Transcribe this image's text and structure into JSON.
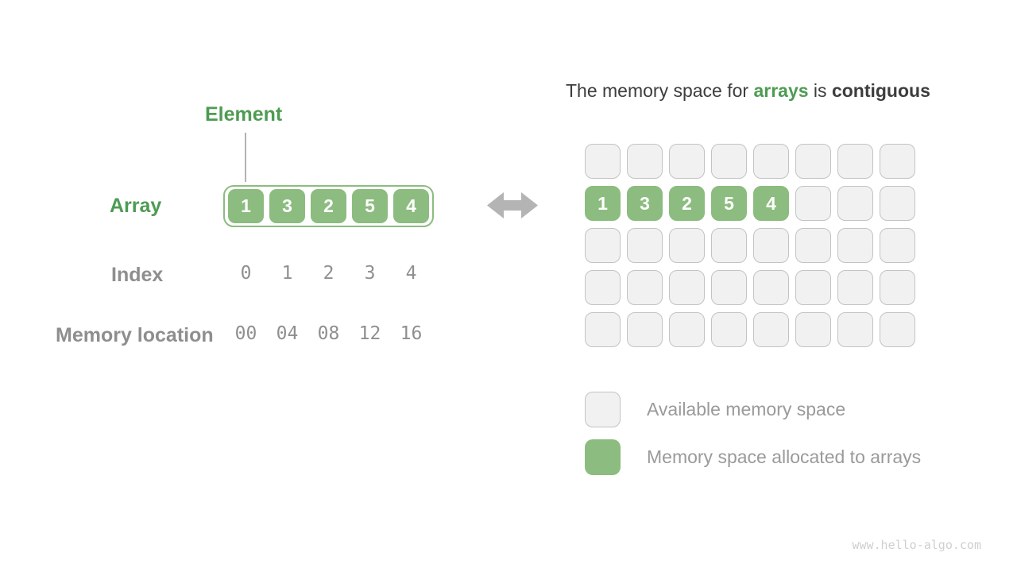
{
  "left_panel": {
    "element_label": "Element",
    "array_label": "Array",
    "array_values": [
      "1",
      "3",
      "2",
      "5",
      "4"
    ],
    "index_label": "Index",
    "index_values": [
      "0",
      "1",
      "2",
      "3",
      "4"
    ],
    "memory_location_label": "Memory location",
    "memory_location_values": [
      "00",
      "04",
      "08",
      "12",
      "16"
    ]
  },
  "middle": {
    "arrow_icon": "left-right-double-arrow"
  },
  "right_panel": {
    "title": {
      "prefix": "The memory space for ",
      "highlight": "arrays",
      "middle": " is ",
      "emphasis": "contiguous"
    },
    "memory_grid": {
      "rows": 5,
      "cols": 8,
      "allocated_row": 1,
      "allocated_values": [
        "1",
        "3",
        "2",
        "5",
        "4"
      ]
    },
    "legend": [
      {
        "swatch": "available",
        "label": "Available memory space"
      },
      {
        "swatch": "allocated",
        "label": "Memory space allocated to arrays"
      }
    ]
  },
  "watermark": "www.hello-algo.com",
  "colors": {
    "green_fill": "#8CBC7F",
    "green_text": "#4E9B53",
    "gray_text": "#8E8E8E",
    "legend_text": "#9A9A9A",
    "title_text": "#3D3D3D",
    "cell_gray_fill": "#F1F1F1",
    "cell_gray_border": "#C3C3C3",
    "arrow": "#B4B4B4"
  }
}
